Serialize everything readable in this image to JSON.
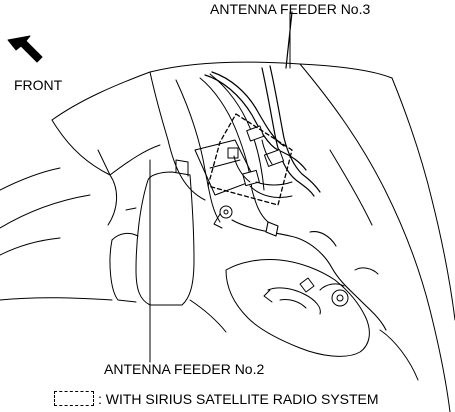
{
  "labels": {
    "feeder3": "ANTENNA FEEDER No.3",
    "front": "FRONT",
    "feeder2": "ANTENNA FEEDER No.2"
  },
  "legend": {
    "text": ": WITH SIRIUS SATELLITE RADIO SYSTEM"
  },
  "icons": {
    "front_arrow": "front-direction-arrow-icon"
  },
  "colors": {
    "line": "#000000",
    "background": "#ffffff"
  }
}
